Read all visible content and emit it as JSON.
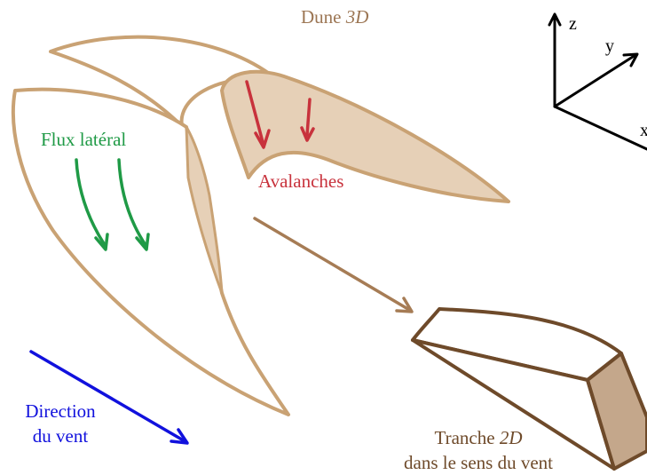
{
  "title": {
    "text": "Dune ",
    "emphasis": "3D"
  },
  "labels": {
    "lateral_flux": "Flux latéral",
    "avalanches": "Avalanches",
    "wind_direction_line1": "Direction",
    "wind_direction_line2": "du vent",
    "slice_line1_text": "Tranche ",
    "slice_line1_emphasis": "2D",
    "slice_line2": "dans le sens du vent"
  },
  "axes": {
    "z": "z",
    "y": "y",
    "x": "x"
  },
  "colors": {
    "dune_outline": "#c9a274",
    "dune_fill": "#e6d0b7",
    "avalanche_arrow": "#c8323c",
    "lateral_arrow": "#1f9a46",
    "wind_arrow": "#1111dd",
    "title_text": "#9c7654",
    "slice_outline": "#6e4a2a",
    "slice_fill": "#c4a78b",
    "slice_text": "#6e4a2a",
    "connector_arrow": "#a67c55",
    "axis_color": "#000000"
  }
}
